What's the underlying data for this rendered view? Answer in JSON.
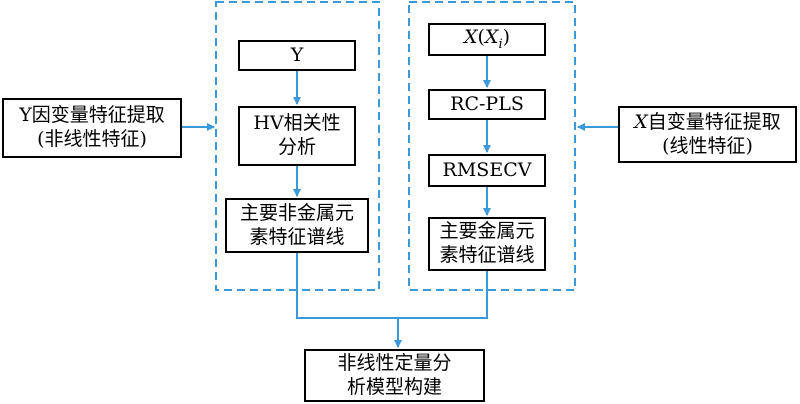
{
  "colors": {
    "border": "#000000",
    "arrow": "#3a9ad9",
    "dashed_group": "#3a9ad9"
  },
  "nodes": {
    "y_target": "Y",
    "hv_correlation": "HV相关性分析",
    "nonmetal_lines": "主要非金属元素特征谱线",
    "x_input": "X(Xi)",
    "rc_pls": "RC-PLS",
    "rmsecv": "RMSECV",
    "metal_lines": "主要金属元素特征谱线",
    "left_extraction": "Y因变量特征提取(非线性特征)",
    "right_extraction": "X自变量特征提取(线性特征)",
    "model_building": "非线性定量分析模型构建"
  },
  "node_lines": {
    "hv_correlation": [
      "HV相关性",
      "分析"
    ],
    "nonmetal_lines": [
      "主要非金属元",
      "素特征谱线"
    ],
    "metal_lines": [
      "主要金属元",
      "素特征谱线"
    ],
    "left_extraction": [
      "Y因变量特征提取",
      "(非线性特征)"
    ],
    "right_extraction": [
      "X自变量特征提取",
      "(线性特征)"
    ],
    "model_building": [
      "非线性定量分",
      "析模型构建"
    ]
  },
  "x_input_parts": {
    "main": "X",
    "open": "(",
    "inner": "X",
    "sub": "i",
    "close": ")"
  }
}
